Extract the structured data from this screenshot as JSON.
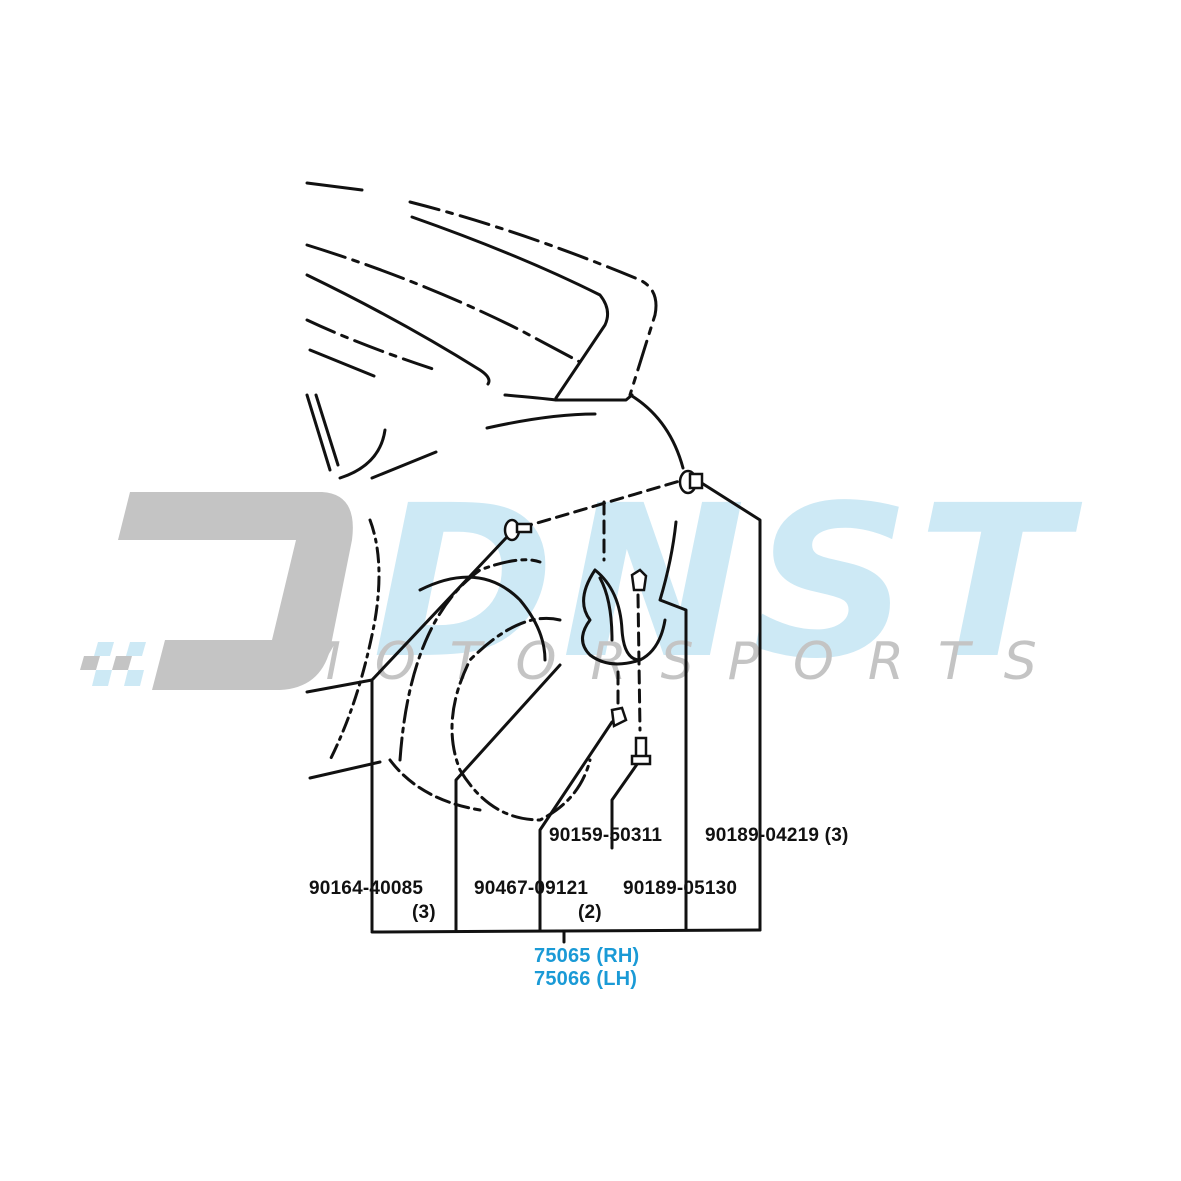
{
  "watermark": {
    "brand_letters": "DNST",
    "brand_subtitle": "MOTORSPORTS",
    "colors": {
      "light_blue": "#cde9f5",
      "gray": "#c4c4c4"
    }
  },
  "diagram": {
    "subject": "Rear spoiler / mudguard exploded parts diagram",
    "line_color": "#111111",
    "callouts": [
      {
        "part_number": "90159-50311",
        "qty": ""
      },
      {
        "part_number": "90189-04219",
        "qty": "(3)"
      },
      {
        "part_number": "90164-40085",
        "qty": "(3)"
      },
      {
        "part_number": "90467-09121",
        "qty": "(2)"
      },
      {
        "part_number": "90189-05130",
        "qty": ""
      }
    ],
    "assembly": {
      "color": "#1a9ad6",
      "items": [
        {
          "part_number": "75065",
          "side": "(RH)",
          "label": "75065 (RH)"
        },
        {
          "part_number": "75066",
          "side": "(LH)",
          "label": "75066 (LH)"
        }
      ]
    }
  },
  "labels": {
    "c_90159": "90159-50311",
    "c_90189_04219": "90189-04219 (3)",
    "c_90164": "90164-40085",
    "c_90164_qty": "(3)",
    "c_90467": "90467-09121",
    "c_90467_qty": "(2)",
    "c_90189_05130": "90189-05130",
    "a_rh": "75065 (RH)",
    "a_lh": "75066 (LH)"
  }
}
